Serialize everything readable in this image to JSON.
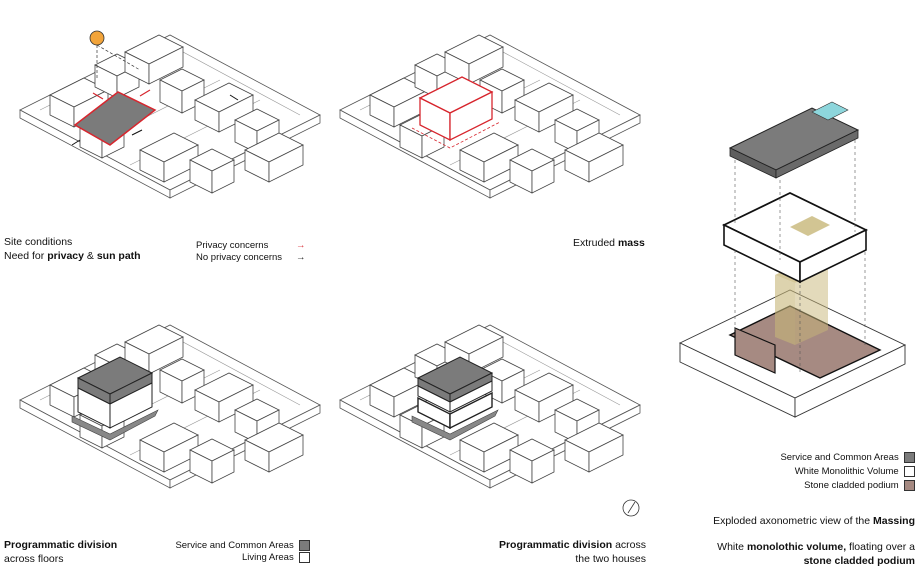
{
  "colors": {
    "red": "#d7262e",
    "sun": "#f2a43a",
    "service_grey": "#7b7b7b",
    "white_volume": "#ffffff",
    "stone_podium": "#a68a82",
    "core_yellow": "#c7b678",
    "pool": "#8dd6dc"
  },
  "panel1": {
    "line1": "Site conditions",
    "line2_pre": "Need for ",
    "line2_b1": "privacy",
    "line2_mid": " & ",
    "line2_b2": "sun path",
    "legend": [
      {
        "label": "Privacy concerns",
        "arrow": "→",
        "color": "#d7262e"
      },
      {
        "label": "No privacy concerns",
        "arrow": "→",
        "color": "#111111"
      }
    ]
  },
  "panel2": {
    "caption_pre": "Extruded ",
    "caption_b": "mass"
  },
  "panel3": {
    "title_b": "Programmatic division",
    "title2": "across floors",
    "legend": [
      {
        "label": "Service and Common Areas",
        "color": "#7b7b7b"
      },
      {
        "label": "Living Areas",
        "color": "#ffffff"
      }
    ]
  },
  "panel4": {
    "title_b": "Programmatic division",
    "title_rest": " across",
    "title2": "the two houses"
  },
  "panel5": {
    "legend": [
      {
        "label": "Service and Common Areas",
        "color": "#7b7b7b"
      },
      {
        "label": "White Monolithic Volume",
        "color": "#ffffff"
      },
      {
        "label": "Stone cladded podium",
        "color": "#a68a82"
      }
    ],
    "caption_pre": "Exploded axonometric view of the ",
    "caption_b": "Massing",
    "line2_b1": "monolothic volume,",
    "line2_pre": "White ",
    "line2_mid": " floating over a",
    "line3_b": "stone cladded podium"
  }
}
